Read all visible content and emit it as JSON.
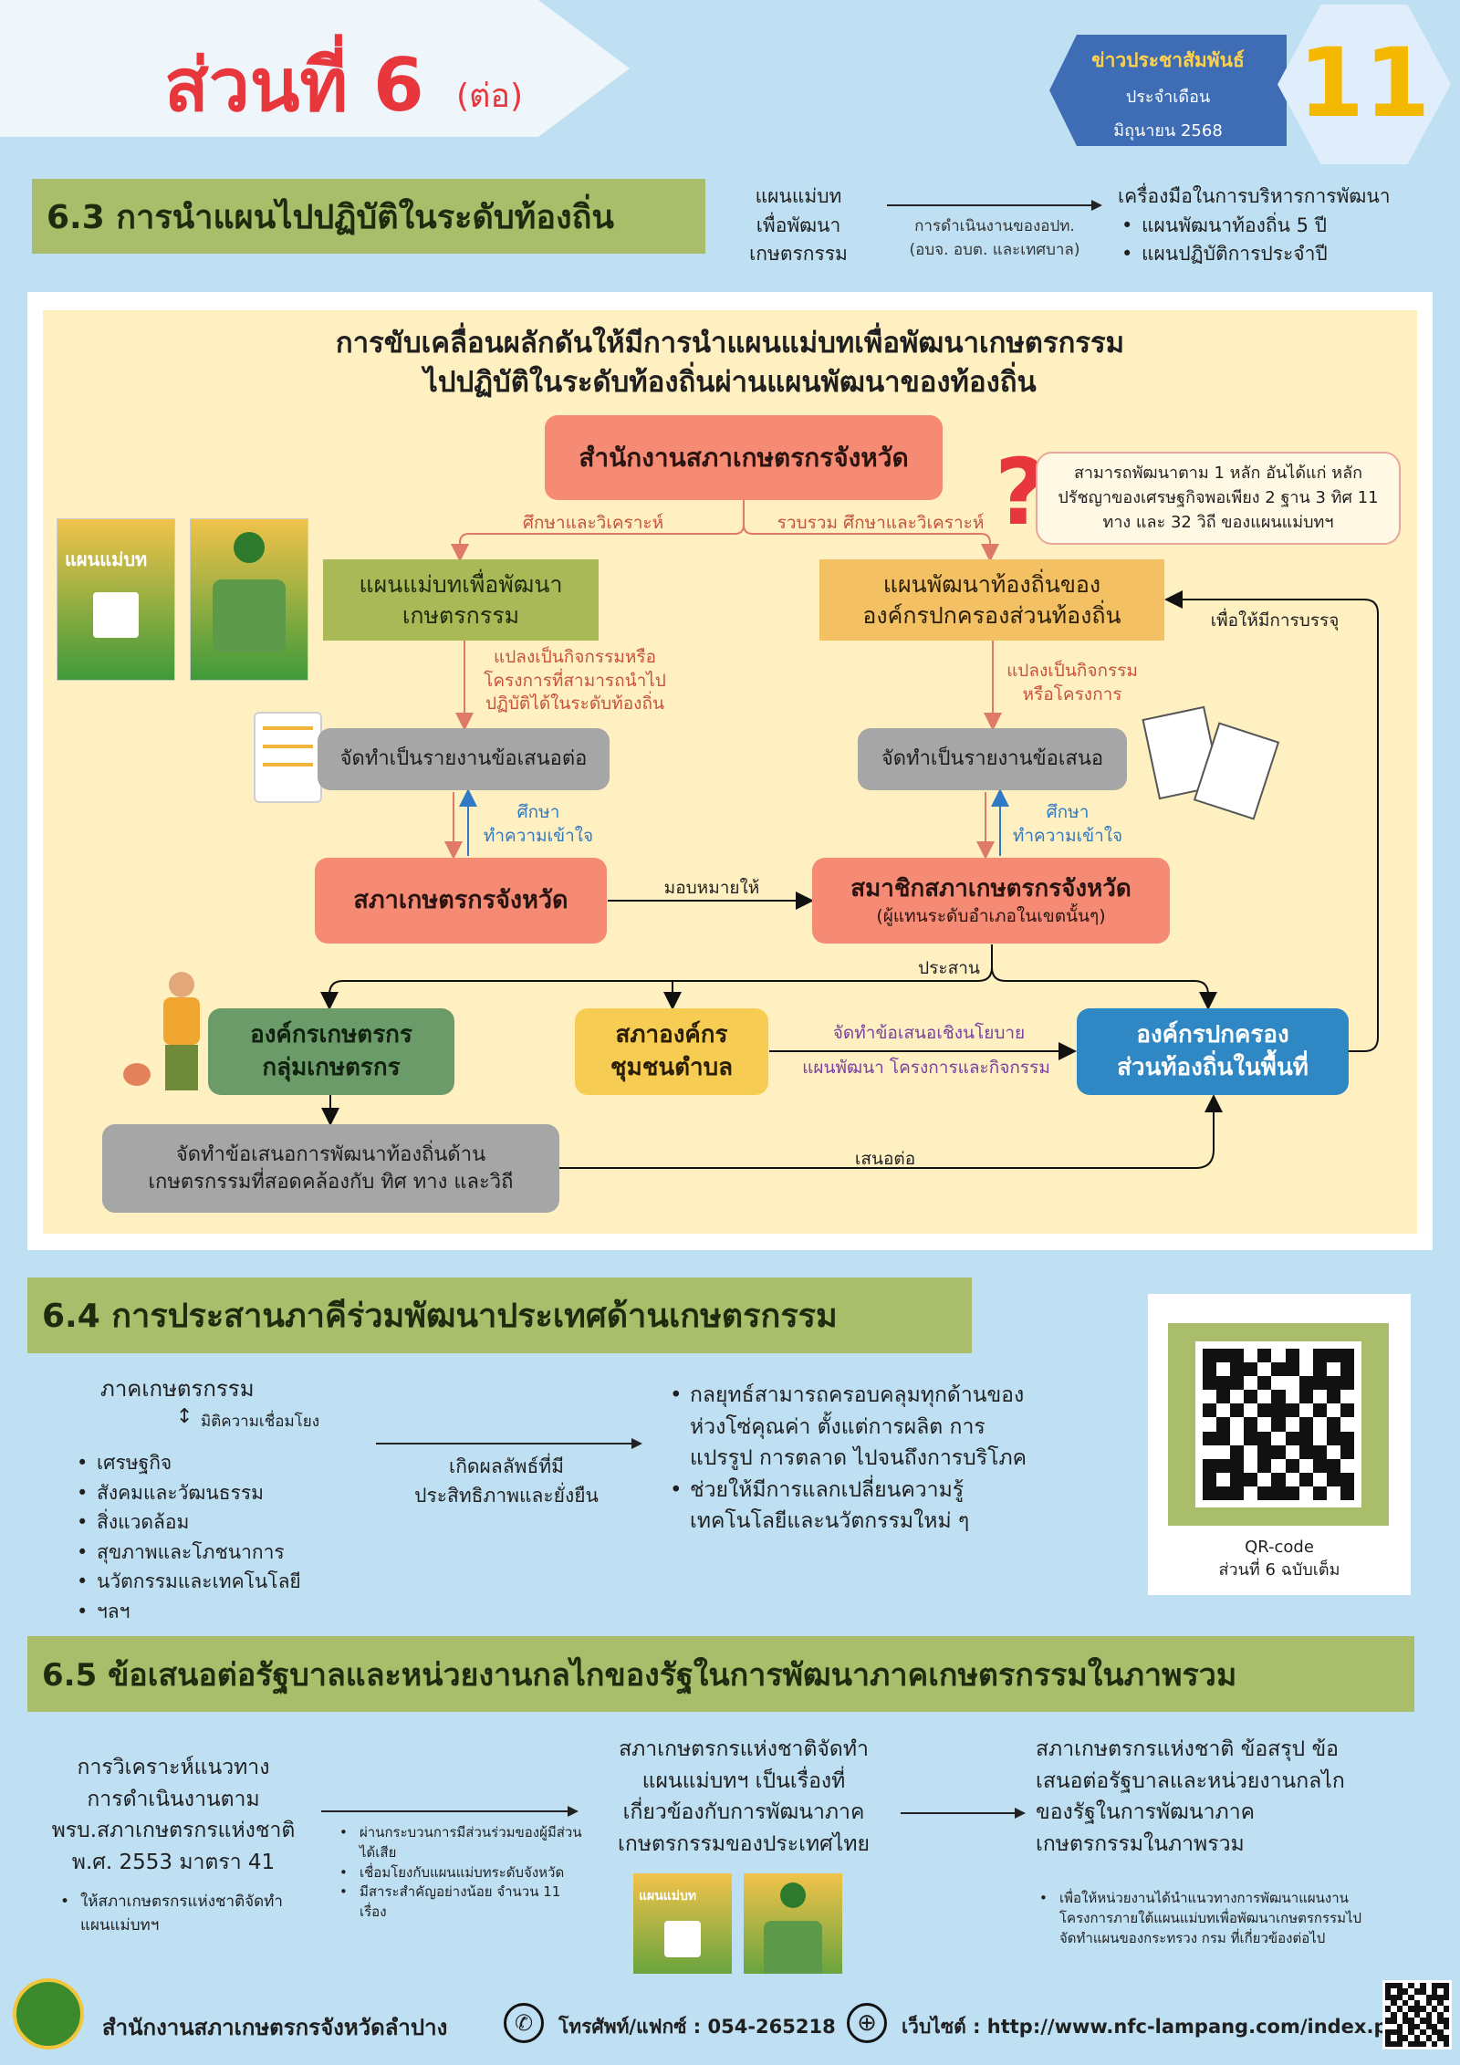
{
  "header": {
    "title": "ส่วนที่ 6",
    "title_suffix": "(ต่อ)",
    "news_label": "ข่าวประชาสัมพันธ์",
    "news_sub": "ประจำเดือน",
    "news_month": "มิถุนายน 2568",
    "issue_number": "11"
  },
  "s63": {
    "heading": "6.3 การนำแผนไปปฏิบัติในระดับท้องถิ่น",
    "source": "แผนแม่บท\nเพื่อพัฒนา\nเกษตรกรรม",
    "arrow_label": "การดำเนินงานของอปท.\n(อบจ. อบต. และเทศบาล)",
    "tools_title": "เครื่องมือในการบริหารการพัฒนา",
    "tools": [
      "แผนพัฒนาท้องถิ่น 5 ปี",
      "แผนปฏิบัติการประจำปี"
    ]
  },
  "flow": {
    "title_l1": "การขับเคลื่อนผลักดันให้มีการนำแผนแม่บทเพื่อพัฒนาเกษตรกรรม",
    "title_l2": "ไปปฏิบัติในระดับท้องถิ่นผ่านแผนพัฒนาของท้องถิ่น",
    "top_box": "สำนักงานสภาเกษตรกรจังหวัด",
    "note": "สามารถพัฒนาตาม 1 หลัก อันได้แก่ หลักปรัชญาของเศรษฐกิจพอเพียง 2 ฐาน 3 ทิศ 11 ทาง และ 32 วิถี ของแผนแม่บทฯ",
    "left_arrow_label": "ศึกษาและวิเคราะห์",
    "right_arrow_label": "รวบรวม ศึกษาและวิเคราะห์",
    "master_plan_box": "แผนแม่บทเพื่อพัฒนา\nเกษตรกรรม",
    "local_plan_box": "แผนพัฒนาท้องถิ่นของ\nองค์กรปกครองส่วนท้องถิ่น",
    "include_label": "เพื่อให้มีการบรรจุ",
    "convert_left": "แปลงเป็นกิจกรรมหรือ\nโครงการที่สามารถนำไป\nปฏิบัติได้ในระดับท้องถิ่น",
    "convert_right": "แปลงเป็นกิจกรรม\nหรือโครงการ",
    "report_left": "จัดทำเป็นรายงานข้อเสนอต่อ",
    "report_right": "จัดทำเป็นรายงานข้อเสนอ",
    "study_left": "ศึกษา\nทำความเข้าใจ",
    "study_right": "ศึกษา\nทำความเข้าใจ",
    "council_box": "สภาเกษตรกรจังหวัด",
    "assign_label": "มอบหมายให้",
    "member_box": "สมาชิกสภาเกษตรกรจังหวัด",
    "member_sub": "(ผู้แทนระดับอำเภอในเขตนั้นๆ)",
    "coord_label": "ประสาน",
    "farmer_org_box": "องค์กรเกษตรกร\nกลุ่มเกษตรกร",
    "community_box": "สภาองค์กร\nชุมชนตำบล",
    "local_gov_box": "องค์กรปกครอง\nส่วนท้องถิ่นในพื้นที่",
    "policy_label": "จัดทำข้อเสนอเชิงนโยบาย",
    "plan_label": "แผนพัฒนา โครงการและกิจกรรม",
    "proposal_box": "จัดทำข้อเสนอการพัฒนาท้องถิ่นด้าน\nเกษตรกรรมที่สอดคล้องกับ ทิศ ทาง และวิถี",
    "propose_label": "เสนอต่อ",
    "book_title": "แผนแม่บท"
  },
  "s64": {
    "heading": "6.4 การประสานภาคีร่วมพัฒนาประเทศด้านเกษตรกรรม",
    "sector": "ภาคเกษตรกรรม",
    "link_label": "มิติความเชื่อมโยง",
    "dimensions": [
      "เศรษฐกิจ",
      "สังคมและวัฒนธรรม",
      "สิ่งแวดล้อม",
      "สุขภาพและโภชนาการ",
      "นวัตกรรมและเทคโนโลยี",
      "ฯลฯ"
    ],
    "arrow_label": "เกิดผลลัพธ์ที่มี\nประสิทธิภาพและยั่งยืน",
    "outcomes": [
      "กลยุทธ์สามารถครอบคลุมทุกด้านของห่วงโซ่คุณค่า ตั้งแต่การผลิต การแปรรูป การตลาด ไปจนถึงการบริโภค",
      "ช่วยให้มีการแลกเปลี่ยนความรู้ เทคโนโลยีและนวัตกรรมใหม่ ๆ"
    ],
    "qr_caption": "QR-code\nส่วนที่ 6 ฉบับเต็ม"
  },
  "s65": {
    "heading": "6.5 ข้อเสนอต่อรัฐบาลและหน่วยงานกลไกของรัฐในการพัฒนาภาคเกษตรกรรมในภาพรวม",
    "analysis": "การวิเคราะห์แนวทาง\nการดำเนินงานตาม\nพรบ.สภาเกษตรกรแห่งชาติ\nพ.ศ. 2553 มาตรา 41",
    "analysis_bullet": "ให้สภาเกษตรกรแห่งชาติจัดทำแผนแม่บทฯ",
    "process_bullets": [
      "ผ่านกระบวนการมีส่วนร่วมของผู้มีส่วนได้เสีย",
      "เชื่อมโยงกับแผนแม่บทระดับจังหวัด",
      "มีสาระสำคัญอย่างน้อย จำนวน 11 เรื่อง"
    ],
    "national": "สภาเกษตรกรแห่งชาติจัดทำ\nแผนแม่บทฯ เป็นเรื่องที่\nเกี่ยวข้องกับการพัฒนาภาค\nเกษตรกรรมของประเทศไทย",
    "summary": "สภาเกษตรกรแห่งชาติ ข้อสรุป ข้อ\nเสนอต่อรัฐบาลและหน่วยงานกลไก\nของรัฐในการพัฒนาภาค\nเกษตรกรรมในภาพรวม",
    "summary_bullet": "เพื่อให้หน่วยงานได้นำแนวทางการพัฒนาแผนงานโครงการภายใต้แผนแม่บทเพื่อพัฒนาเกษตรกรรมไป จัดทำแผนของกระทรวง กรม ที่เกี่ยวข้องต่อไป"
  },
  "footer": {
    "org": "สำนักงานสภาเกษตรกรจังหวัดลำปาง",
    "phone": "โทรศัพท์/แฟกซ์ : 054-265218",
    "website": "เว็บไซต์ : http://www.nfc-lampang.com/index.php"
  },
  "colors": {
    "background": "#bfe0f3",
    "section_head": "#a9bd6a",
    "red_box": "#f58b74",
    "blue_box": "#2f87c3",
    "title_red": "#e8363d",
    "issue_yellow": "#f5b800"
  }
}
